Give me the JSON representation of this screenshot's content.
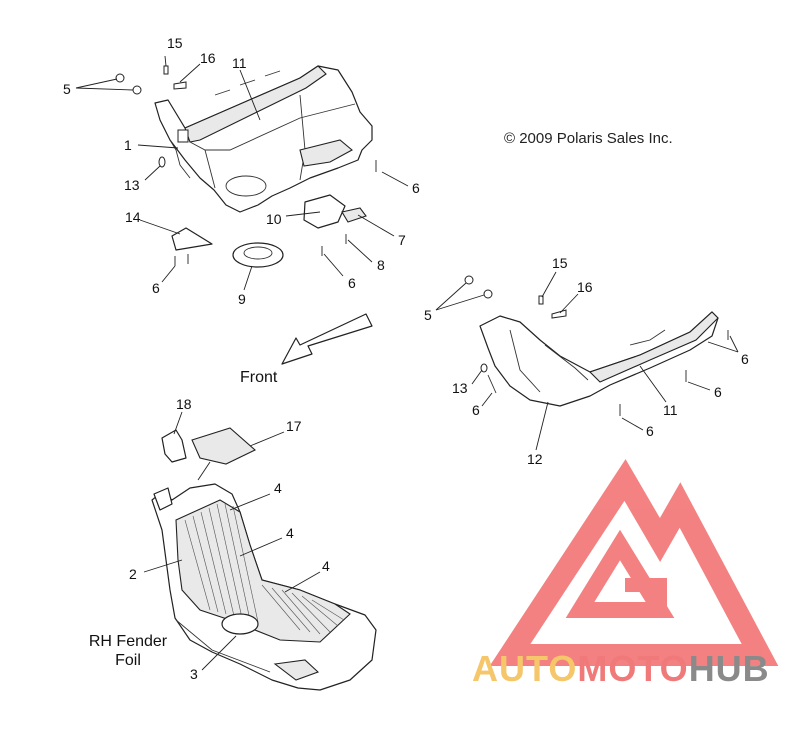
{
  "copyright": "© 2009 Polaris Sales Inc.",
  "front_label": "Front",
  "rh_label_line1": "RH Fender",
  "rh_label_line2": "Foil",
  "watermark": {
    "word1": "AUTO",
    "word2": "MOTO",
    "word3": "HUB",
    "color_auto": "#f5c66a",
    "color_moto": "#f07a7a",
    "color_hub": "#8a8a8a",
    "logo_color": "#f26c6c"
  },
  "callouts": {
    "c15a": "15",
    "c16a": "16",
    "c11a": "11",
    "c5a": "5",
    "c1": "1",
    "c13a": "13",
    "c6a": "6",
    "c10": "10",
    "c7": "7",
    "c14": "14",
    "c8": "8",
    "c6b": "6",
    "c6c": "6",
    "c9": "9",
    "c15b": "15",
    "c5b": "5",
    "c16b": "16",
    "c6d": "6",
    "c13b": "13",
    "c6e": "6",
    "c11b": "11",
    "c6f": "6",
    "c6g": "6",
    "c12": "12",
    "c18": "18",
    "c17": "17",
    "c4a": "4",
    "c4b": "4",
    "c4c": "4",
    "c2": "2",
    "c3": "3"
  }
}
